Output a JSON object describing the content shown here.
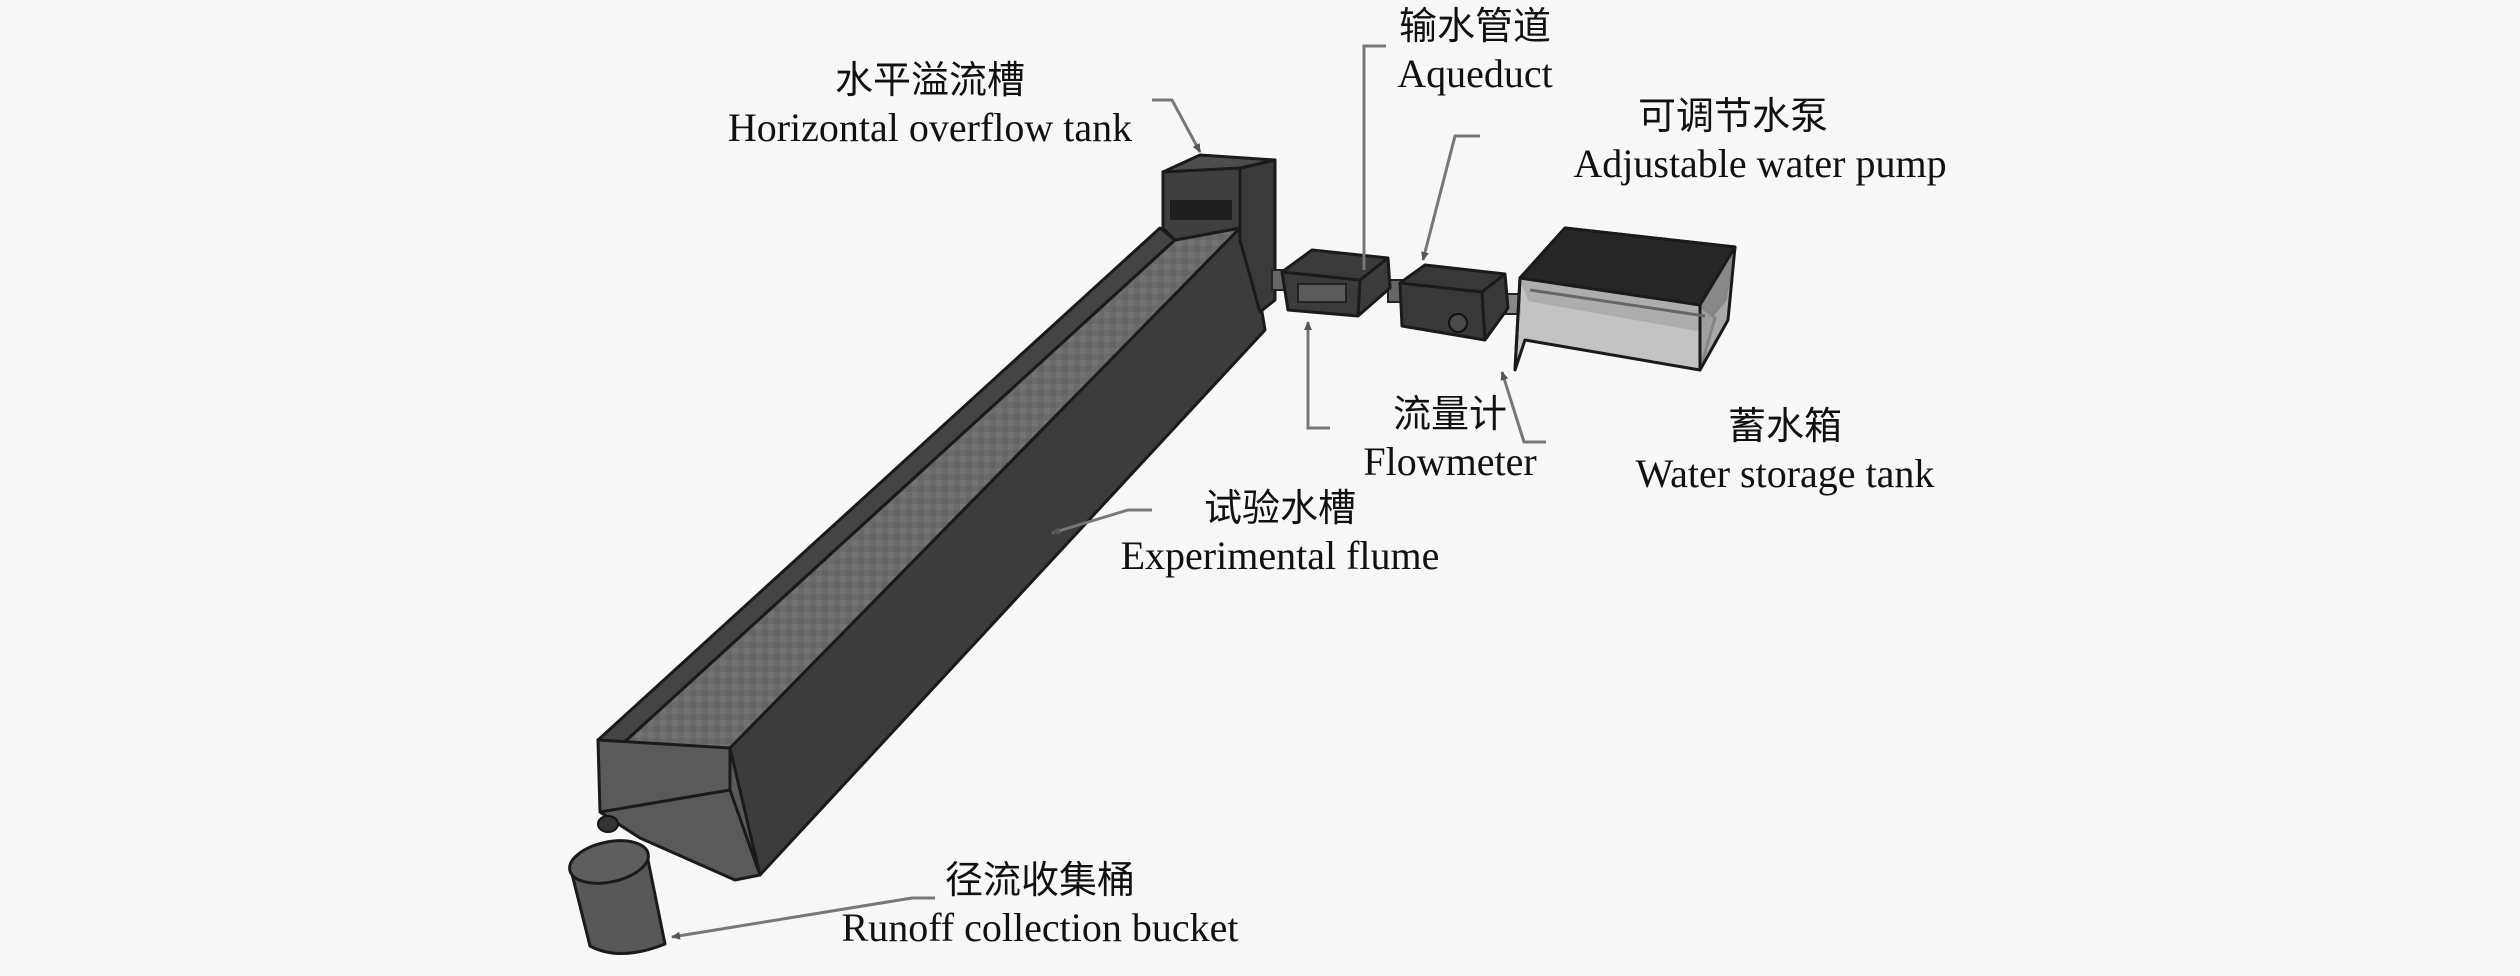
{
  "diagram": {
    "title": "Experimental flume apparatus schematic",
    "components": [
      {
        "id": "overflow",
        "zh": "水平溢流槽",
        "en": "Horizontal overflow tank"
      },
      {
        "id": "aqueduct",
        "zh": "输水管道",
        "en": "Aqueduct"
      },
      {
        "id": "pump",
        "zh": "可调节水泵",
        "en": "Adjustable water pump"
      },
      {
        "id": "flowmeter",
        "zh": "流量计",
        "en": "Flowmeter"
      },
      {
        "id": "storage",
        "zh": "蓄水箱",
        "en": "Water storage tank"
      },
      {
        "id": "flume",
        "zh": "试验水槽",
        "en": "Experimental flume"
      },
      {
        "id": "bucket",
        "zh": "径流收集桶",
        "en": "Runoff collection bucket"
      }
    ],
    "connections": [
      [
        "storage",
        "pump"
      ],
      [
        "pump",
        "aqueduct"
      ],
      [
        "aqueduct",
        "flowmeter"
      ],
      [
        "flowmeter",
        "overflow"
      ],
      [
        "overflow",
        "flume"
      ],
      [
        "flume",
        "bucket"
      ]
    ],
    "colors": {
      "background": "#f7f7f7",
      "body_dark": "#3a3a3a",
      "body_mid": "#555555",
      "flume_bed": "#6e6e6e",
      "tank_glass": "#b8b8b8",
      "water_dark": "#262626",
      "leader_line": "#777777",
      "text": "#111111"
    }
  }
}
